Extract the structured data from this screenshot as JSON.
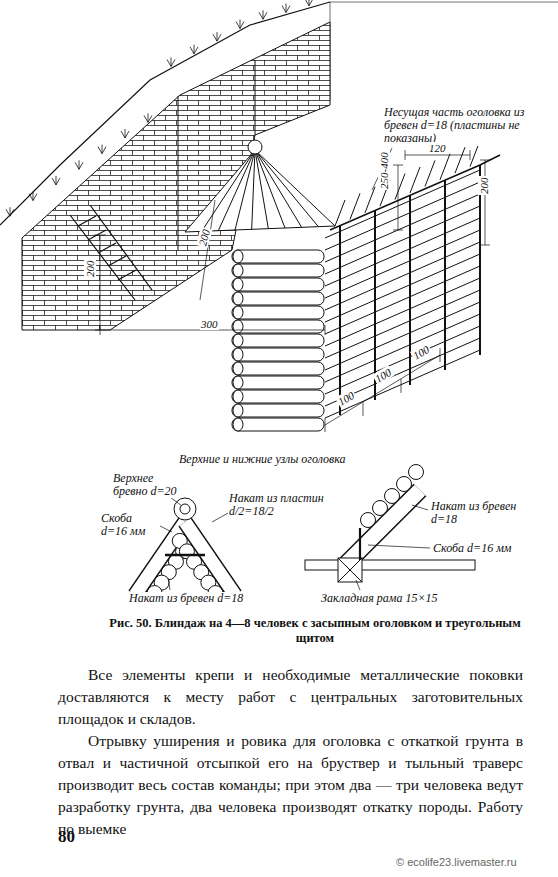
{
  "diagram": {
    "caption": "Рис. 50. Блиндаж на 4—8 человек с засыпным оголовком и треугольным щитом",
    "labels": [
      "Несущая часть оголовка из бревен d=18 (пластины не показаны)",
      "120",
      "250-400",
      "200",
      "200",
      "200",
      "300",
      "100",
      "100",
      "100",
      "Верхние и нижние узлы оголовка",
      "Верхнее бревно d=20",
      "Накат из пластин d/2=18/2",
      "Скоба d=16 мм",
      "Накат из бревен d=18",
      "Накат из бревен d=18",
      "Скоба d=16 мм",
      "Закладная рама 15×15",
      "Все элементы крепи и необходимые металлические поковки доставляются к месту работ с центральных заготовительных площадок и складов.",
      "Отрывку уширения и ровика для оголовка с откаткой грунта в отвал и частичной отсыпкой его на бруствер и тыльный траверс производит весь состав команды; при этом два — три человека ведут разработку грунта, два человека производят откатку породы. Работу по выемке",
      "80",
      "© ecolife23.livemaster.ru"
    ]
  }
}
